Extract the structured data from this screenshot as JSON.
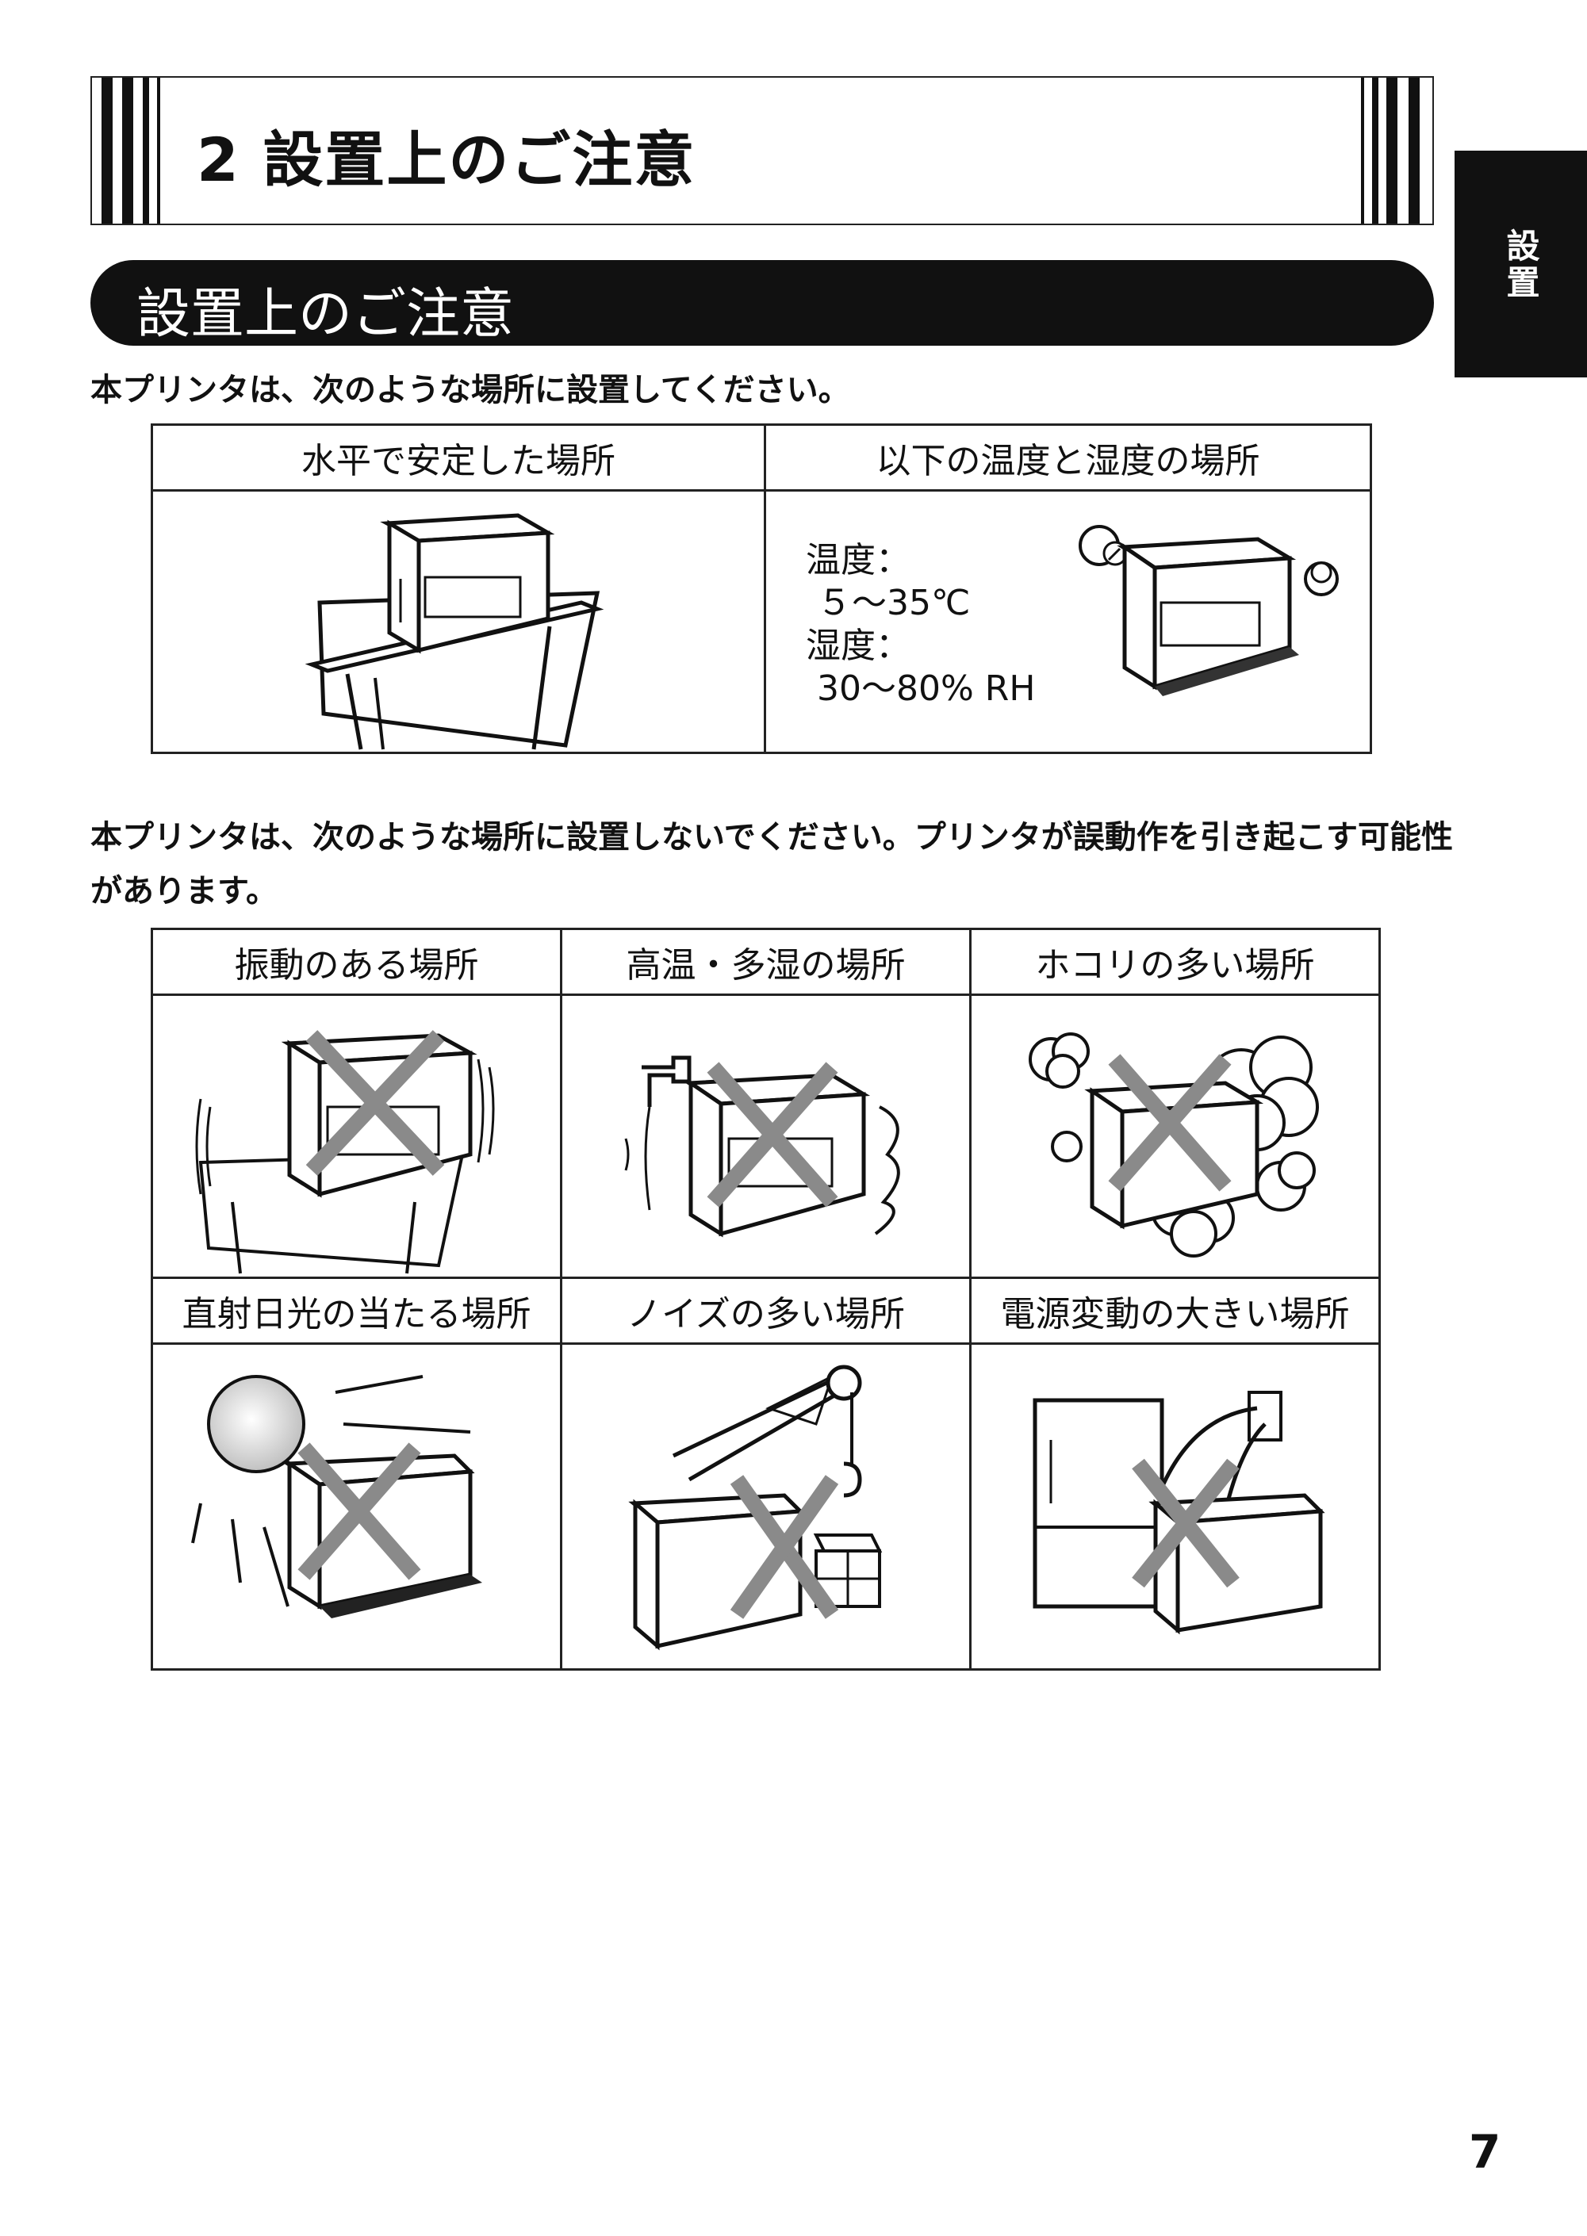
{
  "chapter": {
    "title": "2 設置上のご注意"
  },
  "section": {
    "title": "設置上のご注意"
  },
  "side_tab": {
    "label": "設置"
  },
  "intro_recommended": "本プリンタは、次のような場所に設置してください。",
  "recommended": [
    {
      "label": "水平で安定した場所"
    },
    {
      "label": "以下の温度と湿度の場所"
    }
  ],
  "conditions": {
    "temp_label": "温度：",
    "temp_value": "５～35℃",
    "humidity_label": "湿度：",
    "humidity_value": "30～80% RH"
  },
  "intro_avoid": "本プリンタは、次のような場所に設置しないでください。プリンタが誤動作を引き起こす可能性があります。",
  "avoid": [
    {
      "label": "振動のある場所",
      "icon": "vibration-icon"
    },
    {
      "label": "高温・多湿の場所",
      "icon": "humidity-icon"
    },
    {
      "label": "ホコリの多い場所",
      "icon": "dust-icon"
    },
    {
      "label": "直射日光の当たる場所",
      "icon": "sunlight-icon"
    },
    {
      "label": "ノイズの多い場所",
      "icon": "crane-noise-icon"
    },
    {
      "label": "電源変動の大きい場所",
      "icon": "power-fluctuation-icon"
    }
  ],
  "page_number": "7",
  "colors": {
    "ink": "#111111",
    "cross": "#8a8a8a"
  }
}
